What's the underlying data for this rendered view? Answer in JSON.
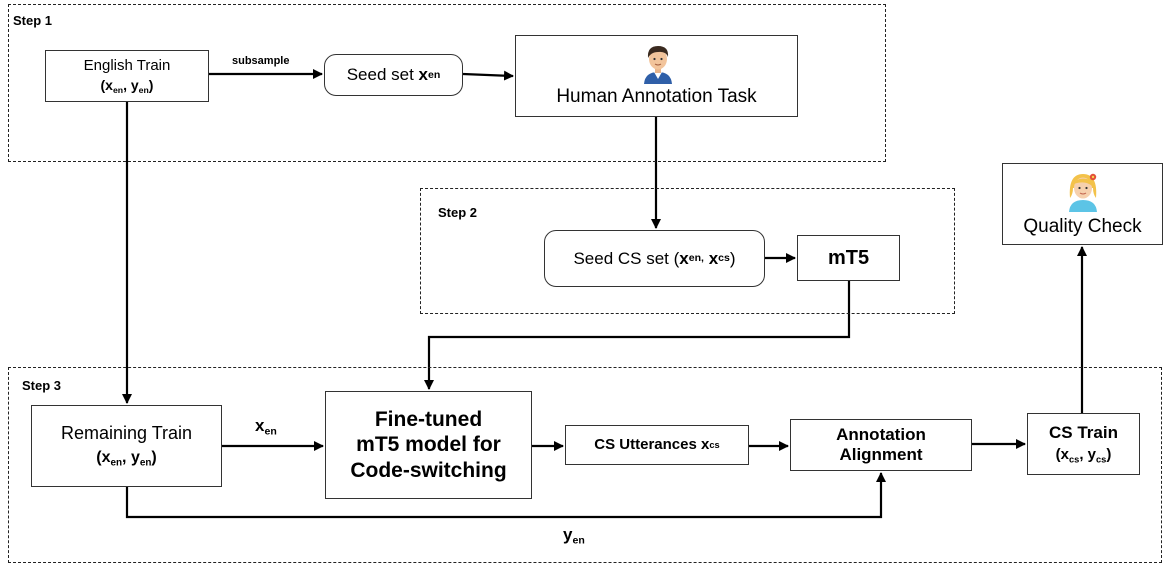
{
  "steps": {
    "step1": "Step 1",
    "step2": "Step 2",
    "step3": "Step 3"
  },
  "nodes": {
    "english_train": {
      "title": "English Train",
      "vars": "(x",
      "sub1": "en",
      "mid": ", y",
      "sub2": "en",
      "close": ")"
    },
    "seed_set": {
      "title": "Seed set ",
      "var": "x",
      "sub": "en"
    },
    "human_annotation": {
      "title": "Human Annotation Task"
    },
    "seed_cs_set": {
      "title": "Seed CS set (",
      "v1": "x",
      "s1": "en,",
      "v2": " x",
      "s2": "cs",
      "close": ")"
    },
    "mt5": {
      "title": "mT5"
    },
    "quality_check": {
      "title": "Quality Check"
    },
    "remaining_train": {
      "title": "Remaining Train",
      "vars": "(x",
      "sub1": "en",
      "mid": ", y",
      "sub2": "en",
      "close": ")"
    },
    "finetuned": {
      "line1": "Fine-tuned",
      "line2": "mT5 model for",
      "line3": "Code-switching"
    },
    "cs_utterances": {
      "title": "CS Utterances x",
      "sub": "cs"
    },
    "annotation_alignment": {
      "line1": "Annotation",
      "line2": "Alignment"
    },
    "cs_train": {
      "title": "CS Train",
      "vars": "(x",
      "sub1": "cs",
      "mid": ", y",
      "sub2": "cs",
      "close": ")"
    }
  },
  "edges": {
    "subsample": "subsample",
    "x_en": {
      "var": "x",
      "sub": "en"
    },
    "y_en": {
      "var": "y",
      "sub": "en"
    }
  },
  "icons": {
    "annotator": "male-annotator-icon",
    "checker": "female-checker-icon"
  }
}
